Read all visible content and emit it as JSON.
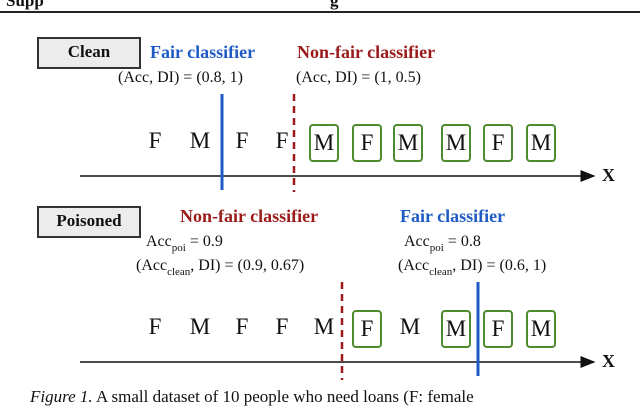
{
  "header": {
    "cut_left": "Supp",
    "cut_right": "g"
  },
  "clean": {
    "label": "Clean",
    "fair": {
      "title": "Fair classifier",
      "metric": "(Acc, DI) = (0.8, 1)"
    },
    "nonfair": {
      "title": "Non-fair classifier",
      "metric": "(Acc, DI) = (1, 0.5)"
    },
    "points": [
      {
        "label": "F",
        "boxed": false
      },
      {
        "label": "M",
        "boxed": false
      },
      {
        "label": "F",
        "boxed": false
      },
      {
        "label": "F",
        "boxed": false
      },
      {
        "label": "M",
        "boxed": true
      },
      {
        "label": "F",
        "boxed": true
      },
      {
        "label": "M",
        "boxed": true
      },
      {
        "label": "M",
        "boxed": true
      },
      {
        "label": "F",
        "boxed": true
      },
      {
        "label": "M",
        "boxed": true
      }
    ],
    "axis_label": "X"
  },
  "poisoned": {
    "label": "Poisoned",
    "nonfair": {
      "title": "Non-fair classifier",
      "acc_poi_prefix": "Acc",
      "acc_poi_sub": "poi",
      "acc_poi_value": " = 0.9",
      "metric_prefix": "(Acc",
      "metric_sub": "clean",
      "metric_value": ", DI) = (0.9, 0.67)"
    },
    "fair": {
      "title": "Fair classifier",
      "acc_poi_prefix": "Acc",
      "acc_poi_sub": "poi",
      "acc_poi_value": " = 0.8",
      "metric_prefix": "(Acc",
      "metric_sub": "clean",
      "metric_value": ", DI) = (0.6, 1)"
    },
    "points": [
      {
        "label": "F",
        "boxed": false
      },
      {
        "label": "M",
        "boxed": false
      },
      {
        "label": "F",
        "boxed": false
      },
      {
        "label": "F",
        "boxed": false
      },
      {
        "label": "M",
        "boxed": false
      },
      {
        "label": "F",
        "boxed": true
      },
      {
        "label": "M",
        "boxed": false
      },
      {
        "label": "M",
        "boxed": true
      },
      {
        "label": "F",
        "boxed": true
      },
      {
        "label": "M",
        "boxed": true
      }
    ],
    "axis_label": "X"
  },
  "caption": {
    "prefix": "Figure 1.",
    "text": " A small dataset of 10 people who need loans (F: female"
  },
  "colors": {
    "fair": "#1f5bc4",
    "nonfair": "#9b1b1b",
    "box": "#4e8a2e"
  }
}
